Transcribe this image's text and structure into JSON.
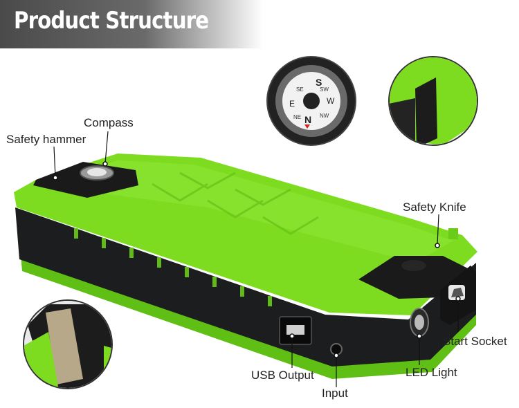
{
  "header": {
    "title": "Product Structure"
  },
  "labels": {
    "safety_hammer": "Safety hammer",
    "compass": "Compass",
    "safety_knife": "Safety Knife",
    "start_socket": "Start Socket",
    "usb_output": "USB Output",
    "led_light": "LED Light",
    "input": "Input"
  },
  "compass_letters": {
    "north": "N",
    "south": "S",
    "east": "E",
    "west": "W",
    "ne": "NE",
    "se": "SE",
    "sw": "SW",
    "nw": "NW"
  },
  "colors": {
    "body_green": "#7ddc1f",
    "body_black": "#1b1d1e",
    "banner": "#5a5a5a"
  }
}
